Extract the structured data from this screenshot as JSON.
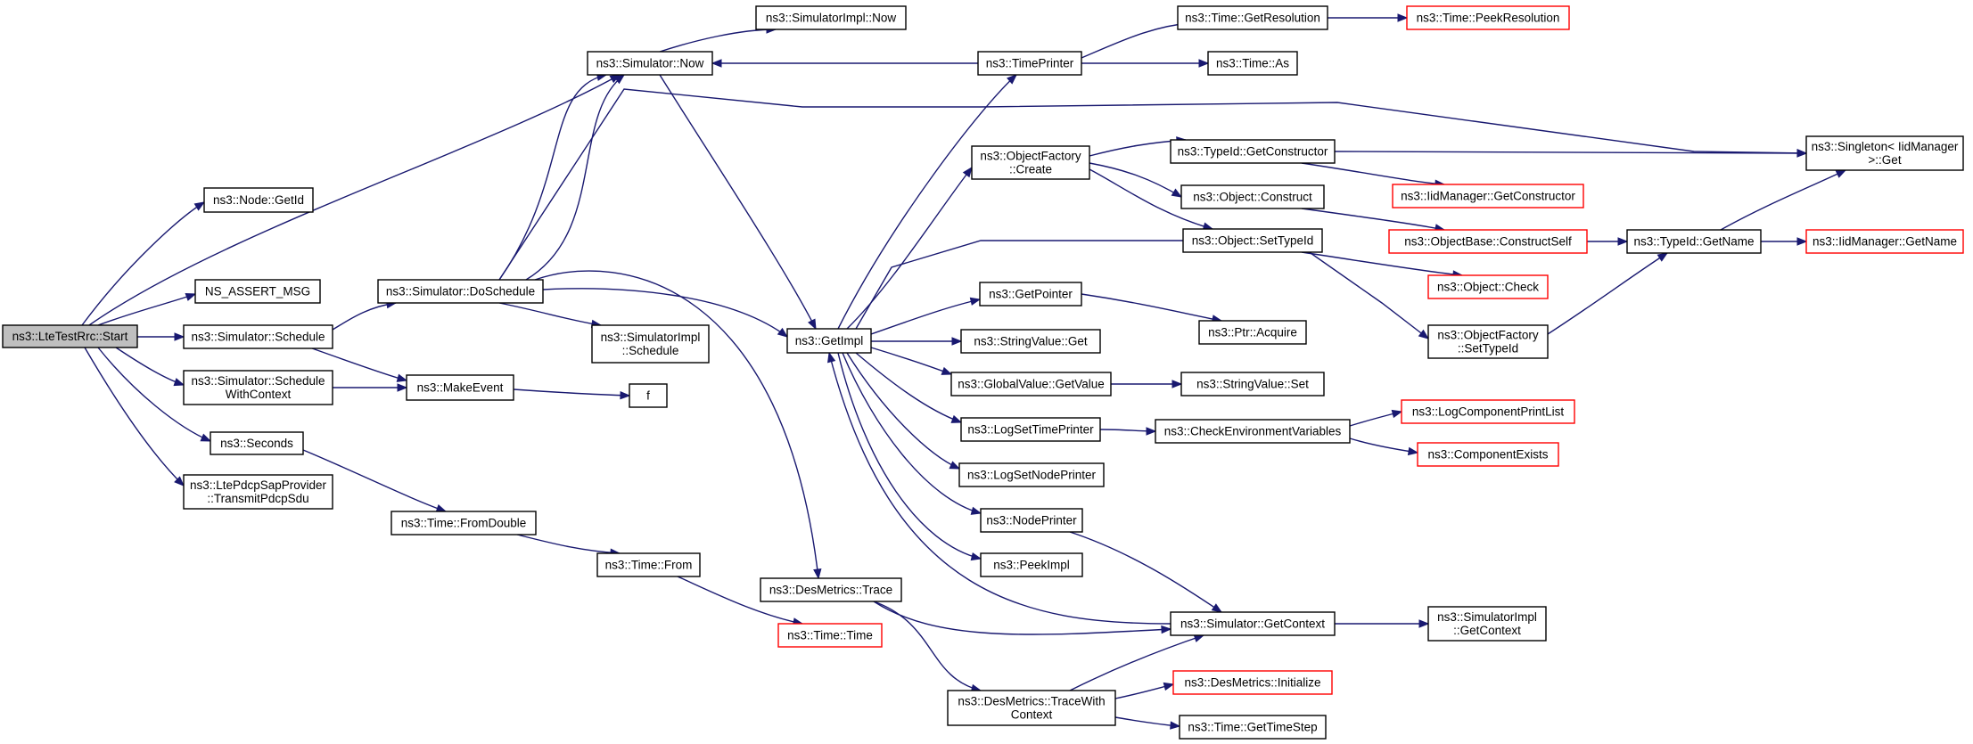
{
  "diagram": {
    "nodes": [
      {
        "id": "start",
        "lines": [
          "ns3::LteTestRrc::Start"
        ],
        "style": "root"
      },
      {
        "id": "node_getid",
        "lines": [
          "ns3::Node::GetId"
        ],
        "style": "normal"
      },
      {
        "id": "ns_assert",
        "lines": [
          "NS_ASSERT_MSG"
        ],
        "style": "normal"
      },
      {
        "id": "sim_schedule",
        "lines": [
          "ns3::Simulator::Schedule"
        ],
        "style": "normal"
      },
      {
        "id": "sim_schedwctx",
        "lines": [
          "ns3::Simulator::Schedule",
          "WithContext"
        ],
        "style": "normal"
      },
      {
        "id": "seconds",
        "lines": [
          "ns3::Seconds"
        ],
        "style": "normal"
      },
      {
        "id": "pdcp",
        "lines": [
          "ns3::LtePdcpSapProvider",
          "::TransmitPdcpSdu"
        ],
        "style": "normal"
      },
      {
        "id": "sim_now",
        "lines": [
          "ns3::Simulator::Now"
        ],
        "style": "normal"
      },
      {
        "id": "simimpl_now",
        "lines": [
          "ns3::SimulatorImpl::Now"
        ],
        "style": "normal"
      },
      {
        "id": "sim_dosched",
        "lines": [
          "ns3::Simulator::DoSchedule"
        ],
        "style": "normal"
      },
      {
        "id": "makeevent",
        "lines": [
          "ns3::MakeEvent"
        ],
        "style": "normal"
      },
      {
        "id": "simimpl_sched",
        "lines": [
          "ns3::SimulatorImpl",
          "::Schedule"
        ],
        "style": "normal"
      },
      {
        "id": "f",
        "lines": [
          "f"
        ],
        "style": "normal"
      },
      {
        "id": "fromdouble",
        "lines": [
          "ns3::Time::FromDouble"
        ],
        "style": "normal"
      },
      {
        "id": "time_from",
        "lines": [
          "ns3::Time::From"
        ],
        "style": "normal"
      },
      {
        "id": "time_time",
        "lines": [
          "ns3::Time::Time"
        ],
        "style": "red"
      },
      {
        "id": "getimpl",
        "lines": [
          "ns3::GetImpl"
        ],
        "style": "normal"
      },
      {
        "id": "desm_trace",
        "lines": [
          "ns3::DesMetrics::Trace"
        ],
        "style": "normal"
      },
      {
        "id": "desm_tracewctx",
        "lines": [
          "ns3::DesMetrics::TraceWith",
          "Context"
        ],
        "style": "normal"
      },
      {
        "id": "timeprinter",
        "lines": [
          "ns3::TimePrinter"
        ],
        "style": "normal"
      },
      {
        "id": "objfac_create",
        "lines": [
          "ns3::ObjectFactory",
          "::Create"
        ],
        "style": "normal"
      },
      {
        "id": "getpointer",
        "lines": [
          "ns3::GetPointer"
        ],
        "style": "normal"
      },
      {
        "id": "sv_get",
        "lines": [
          "ns3::StringValue::Get"
        ],
        "style": "normal"
      },
      {
        "id": "gv_getvalue",
        "lines": [
          "ns3::GlobalValue::GetValue"
        ],
        "style": "normal"
      },
      {
        "id": "logsettp",
        "lines": [
          "ns3::LogSetTimePrinter"
        ],
        "style": "normal"
      },
      {
        "id": "logsetnp",
        "lines": [
          "ns3::LogSetNodePrinter"
        ],
        "style": "normal"
      },
      {
        "id": "nodeprinter",
        "lines": [
          "ns3::NodePrinter"
        ],
        "style": "normal"
      },
      {
        "id": "peekimpl",
        "lines": [
          "ns3::PeekImpl"
        ],
        "style": "normal"
      },
      {
        "id": "time_getres",
        "lines": [
          "ns3::Time::GetResolution"
        ],
        "style": "normal"
      },
      {
        "id": "time_peekres",
        "lines": [
          "ns3::Time::PeekResolution"
        ],
        "style": "red"
      },
      {
        "id": "time_as",
        "lines": [
          "ns3::Time::As"
        ],
        "style": "normal"
      },
      {
        "id": "typeid_getctor",
        "lines": [
          "ns3::TypeId::GetConstructor"
        ],
        "style": "normal"
      },
      {
        "id": "obj_construct",
        "lines": [
          "ns3::Object::Construct"
        ],
        "style": "normal"
      },
      {
        "id": "obj_settypeid",
        "lines": [
          "ns3::Object::SetTypeId"
        ],
        "style": "normal"
      },
      {
        "id": "ptr_acquire",
        "lines": [
          "ns3::Ptr::Acquire"
        ],
        "style": "normal"
      },
      {
        "id": "sv_set",
        "lines": [
          "ns3::StringValue::Set"
        ],
        "style": "normal"
      },
      {
        "id": "checkenv",
        "lines": [
          "ns3::CheckEnvironmentVariables"
        ],
        "style": "normal"
      },
      {
        "id": "sim_getctx",
        "lines": [
          "ns3::Simulator::GetContext"
        ],
        "style": "normal"
      },
      {
        "id": "desm_init",
        "lines": [
          "ns3::DesMetrics::Initialize"
        ],
        "style": "red"
      },
      {
        "id": "time_gettimestep",
        "lines": [
          "ns3::Time::GetTimeStep"
        ],
        "style": "normal"
      },
      {
        "id": "iid_getctor",
        "lines": [
          "ns3::IidManager::GetConstructor"
        ],
        "style": "red"
      },
      {
        "id": "objbase_constructself",
        "lines": [
          "ns3::ObjectBase::ConstructSelf"
        ],
        "style": "red"
      },
      {
        "id": "obj_check",
        "lines": [
          "ns3::Object::Check"
        ],
        "style": "red"
      },
      {
        "id": "objfac_settypeid",
        "lines": [
          "ns3::ObjectFactory",
          "::SetTypeId"
        ],
        "style": "normal"
      },
      {
        "id": "logcomp_printlist",
        "lines": [
          "ns3::LogComponentPrintList"
        ],
        "style": "red"
      },
      {
        "id": "compexists",
        "lines": [
          "ns3::ComponentExists"
        ],
        "style": "red"
      },
      {
        "id": "simimpl_getctx",
        "lines": [
          "ns3::SimulatorImpl",
          "::GetContext"
        ],
        "style": "normal"
      },
      {
        "id": "singleton_get",
        "lines": [
          "ns3::Singleton< IidManager",
          ">::Get"
        ],
        "style": "normal"
      },
      {
        "id": "typeid_getname",
        "lines": [
          "ns3::TypeId::GetName"
        ],
        "style": "normal"
      },
      {
        "id": "iid_getname",
        "lines": [
          "ns3::IidManager::GetName"
        ],
        "style": "red"
      }
    ],
    "colors": {
      "edge": "#191970",
      "root_fill": "#bfbfbf",
      "red_border": "#ff0000",
      "border": "#000000"
    }
  }
}
